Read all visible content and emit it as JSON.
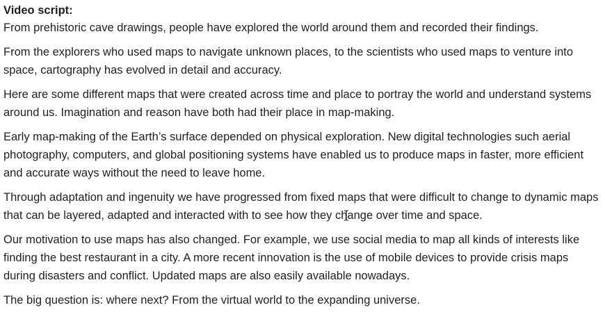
{
  "document": {
    "heading": "Video script:",
    "paragraphs": [
      "From prehistoric cave drawings, people have explored the world around them and recorded their findings.",
      "From the explorers who used maps to navigate unknown places, to the scientists who used maps to venture into space, cartography has evolved in detail and accuracy.",
      "Here are some different maps that were created across time and place to portray the world and understand systems around us. Imagination and reason have both had their place in map-making.",
      "Early map-making of the Earth’s surface depended on physical exploration. New digital technologies such aerial photography, computers, and global positioning systems have enabled us to produce maps in faster, more efficient and accurate ways without the need to leave home.",
      "Through adaptation and ingenuity we have progressed from fixed maps that were difficult to change to dynamic maps that can be layered, adapted and interacted with to see how they change over time and space.",
      "Our motivation to use maps has also changed. For example, we use social media to map all kinds of interests like finding the best restaurant in a city. A more recent innovation is the use of mobile devices to provide crisis maps during disasters and conflict. Updated maps are also easily available nowadays.",
      "The big question is: where next? From the virtual world to the expanding universe."
    ]
  },
  "cursor": {
    "icon": "text-cursor-icon"
  }
}
